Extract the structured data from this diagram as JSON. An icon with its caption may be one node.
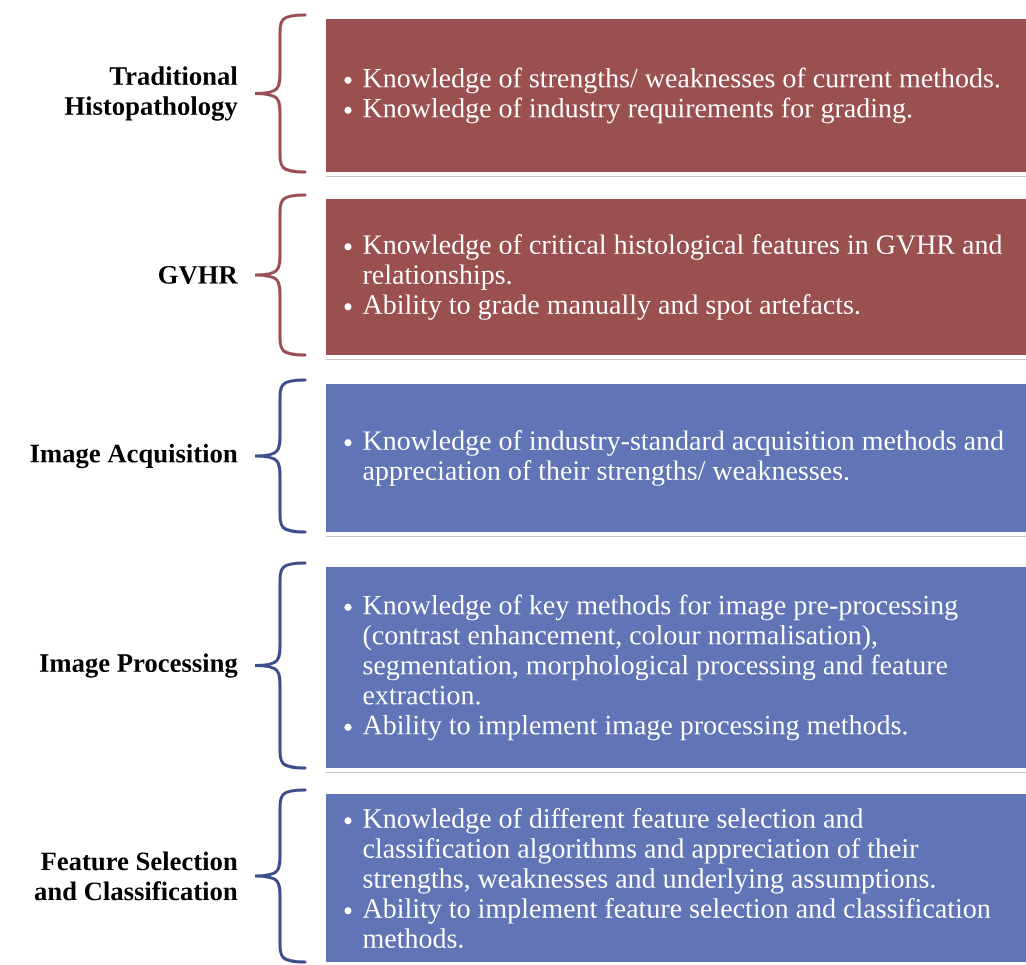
{
  "diagram": {
    "nodes": [
      {
        "text": [
          "Traditional Histopathology",
          "Knowledge of strengths/ weaknesses of current methods.",
          "Knowledge of industry requirements for grading."
        ]
      },
      {
        "text": [
          "GVHR",
          "Knowledge of critical histological features in GVHR and relationships.",
          "Ability to grade manually and spot artefacts."
        ]
      },
      {
        "text": [
          "Image Acquisition",
          "Knowledge of industry-standard acquisition methods and appreciation of their strengths/ weaknesses."
        ]
      },
      {
        "text": [
          "Image Processing",
          "Knowledge of key methods for image pre-processing (contrast enhancement, colour normalisation), segmentation, morphological processing and feature extraction.",
          "Ability to implement image processing methods."
        ]
      },
      {
        "text": [
          "Feature Selection and Classification",
          "Knowledge of different feature selection and classification algorithms and appreciation of their strengths, weaknesses and underlying assumptions.",
          "Ability to implement feature selection and classification methods."
        ]
      }
    ]
  }
}
